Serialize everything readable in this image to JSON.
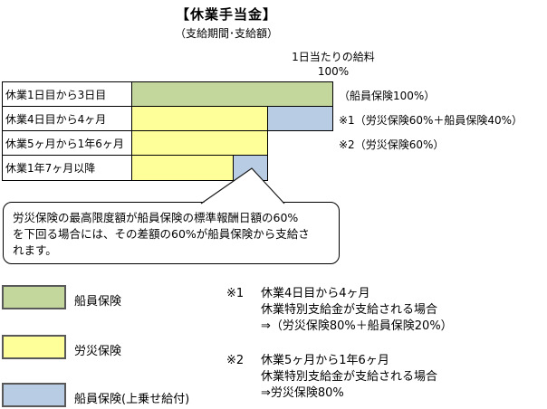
{
  "title": "【休業手当金】",
  "subtitle": "（支給期間･支給額）",
  "axis": {
    "label": "1日当たりの給料",
    "value": "100%"
  },
  "rows": [
    {
      "label": "休業1日目から3日目",
      "annotation": "（船員保険100%）"
    },
    {
      "label": "休業4日目から4ヶ月",
      "annotation": "※1（労災保険60%＋船員保険40%）"
    },
    {
      "label": "休業5ヶ月から1年6ヶ月",
      "annotation": "※2（労災保険60%）"
    },
    {
      "label": "休業1年7ヶ月以降",
      "annotation": ""
    }
  ],
  "callout": {
    "lines": [
      "労災保険の最高限度額が船員保険の標準報酬日額の60%",
      "を下回る場合には、その差額の60%が船員保険から支給さ",
      "れます。"
    ]
  },
  "legend": [
    {
      "label": "船員保険",
      "color": "#c3d69b"
    },
    {
      "label": "労災保険",
      "color": "#ffff99"
    },
    {
      "label": "船員保険(上乗せ給付)",
      "color": "#b8cce4"
    }
  ],
  "notes": [
    {
      "marker": "※1",
      "lines": [
        "休業4日目から4ヶ月",
        "休業特別支給金が支給される場合",
        "⇒（労災保険80%＋船員保険20%）"
      ]
    },
    {
      "marker": "※2",
      "lines": [
        "休業5ヶ月から1年6ヶ月",
        "休業特別支給金が支給される場合",
        "⇒労災保険80%"
      ]
    }
  ],
  "chart_data": {
    "type": "bar",
    "orientation": "horizontal",
    "title": "休業手当金（支給期間･支給額）",
    "x_axis_label": "1日当たりの給料",
    "x_max_label": "100%",
    "categories": [
      "休業1日目から3日目",
      "休業4日目から4ヶ月",
      "休業5ヶ月から1年6ヶ月",
      "休業1年7ヶ月以降"
    ],
    "series": [
      {
        "name": "船員保険",
        "color": "#c3d69b",
        "values_pct": [
          100,
          0,
          0,
          0
        ]
      },
      {
        "name": "労災保険",
        "color": "#ffff99",
        "values_pct": [
          0,
          60,
          60,
          49
        ]
      },
      {
        "name": "船員保険(上乗せ給付)",
        "color": "#b8cce4",
        "values_pct": [
          0,
          40,
          0,
          17
        ]
      }
    ]
  },
  "colors": {
    "green": "#c3d69b",
    "yellow": "#ffff99",
    "blue": "#b8cce4",
    "border": "#000000",
    "legend_border": "#595959"
  }
}
